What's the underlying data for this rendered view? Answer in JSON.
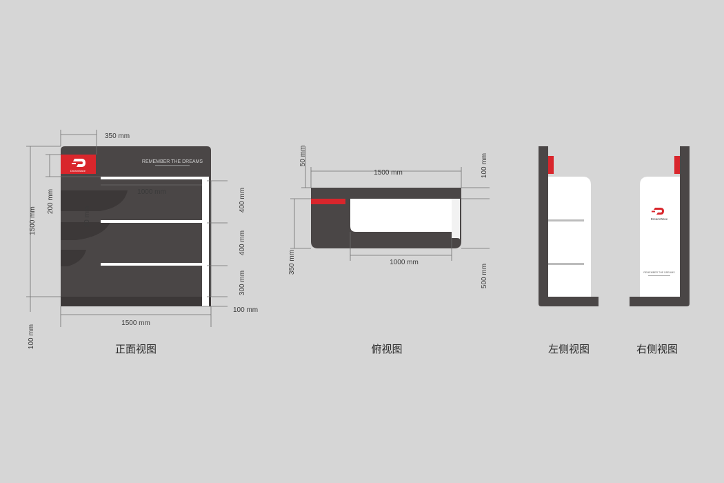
{
  "colors": {
    "background": "#d6d6d6",
    "cabinet": "#4a4646",
    "cabinet_dark": "#3c3838",
    "shelf": "#ffffff",
    "brand_red": "#d9262c",
    "dimension_line": "#6e6e6e"
  },
  "front_view": {
    "caption": "正面视图",
    "brand_name": "DreamWave",
    "slogan": "REMEMBER THE DREAMS",
    "dims": {
      "logo_width": "350 mm",
      "total_height": "1500 mm",
      "top_gap": "200 mm",
      "shelf_length": "1000 mm",
      "shelf_thickness": "30 mm",
      "gap_1": "400 mm",
      "gap_2": "400 mm",
      "gap_3": "300 mm",
      "side_depth": "100 mm",
      "width": "1500 mm",
      "base_height": "100 mm"
    }
  },
  "top_view": {
    "caption": "俯视图",
    "dims": {
      "top_margin": "50 mm",
      "width": "1500 mm",
      "right_top": "100 mm",
      "left_depth": "350 mm",
      "inner_width": "1000 mm",
      "right_bottom": "500 mm"
    }
  },
  "left_view": {
    "caption": "左侧视图"
  },
  "right_view": {
    "caption": "右侧视图",
    "brand_name": "DreamWave",
    "slogan": "REMEMBER THE DREAMS"
  }
}
